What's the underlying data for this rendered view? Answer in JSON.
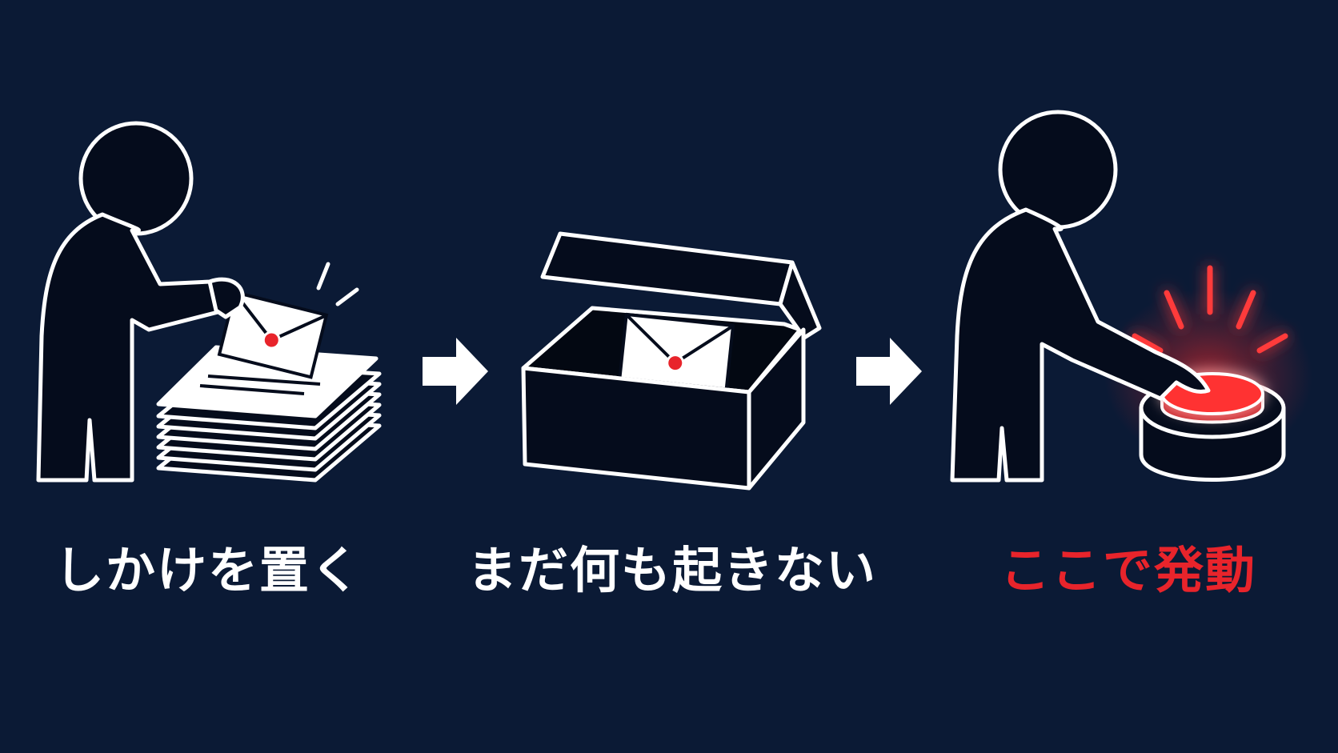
{
  "background_color": "#0b1a35",
  "colors": {
    "outline": "#ffffff",
    "silhouette": "#050c1c",
    "accent": "#e8242b",
    "caption_default": "#ffffff"
  },
  "steps": [
    {
      "caption": "しかけを置く",
      "icon": "person-placing-envelope-icon",
      "caption_color": "#ffffff"
    },
    {
      "caption": "まだ何も起きない",
      "icon": "envelope-in-box-icon",
      "caption_color": "#ffffff"
    },
    {
      "caption": "ここで発動",
      "icon": "person-pressing-red-button-icon",
      "caption_color": "#e8242b"
    }
  ],
  "arrows": [
    {
      "icon": "arrow-right-icon"
    },
    {
      "icon": "arrow-right-icon"
    }
  ]
}
